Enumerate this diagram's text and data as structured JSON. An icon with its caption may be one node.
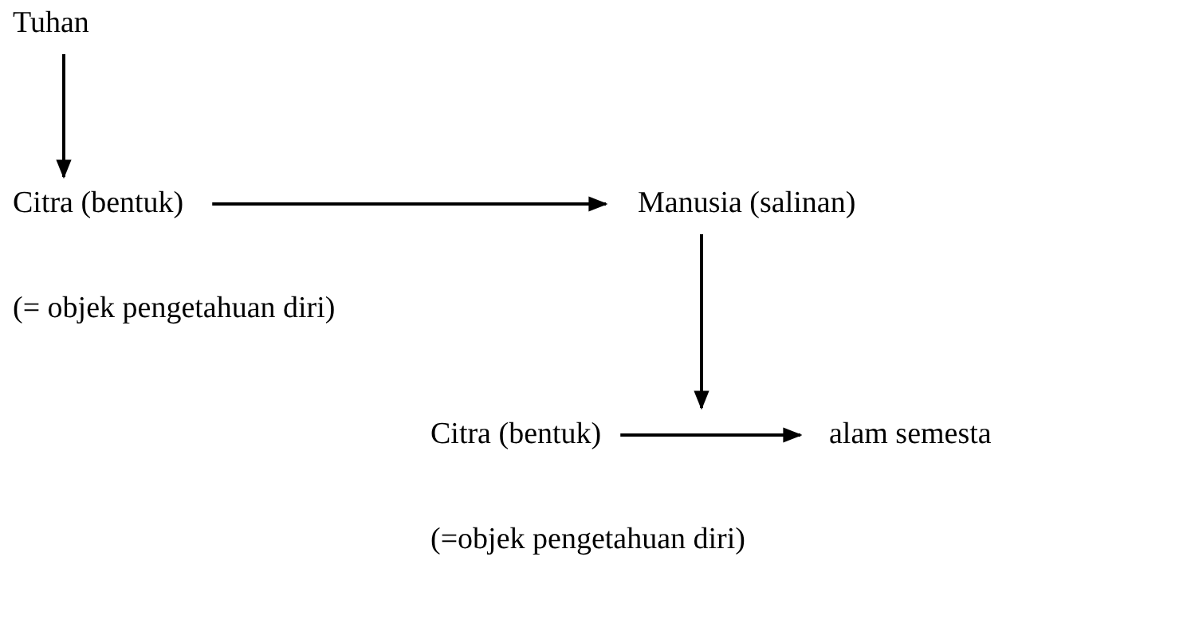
{
  "diagram": {
    "nodes": [
      {
        "text": [
          "Tuhan"
        ]
      },
      {
        "text": [
          "Citra (bentuk)"
        ],
        "beside": [
          "(= objek pengetahuan diri)"
        ]
      },
      {
        "text": [
          "Manusia (salinan)"
        ]
      },
      {
        "text": [
          "Citra (bentuk)"
        ],
        "beside": [
          "(=objek pengetahuan diri)"
        ]
      },
      {
        "text": [
          "alam semesta"
        ]
      }
    ],
    "edges": [
      {
        "from": 0,
        "to": 1,
        "arrow": "to"
      },
      {
        "from": 1,
        "to": 2,
        "arrow": "to"
      },
      {
        "from": 2,
        "to": 3,
        "arrow": "to"
      },
      {
        "from": 3,
        "to": 4,
        "arrow": "to"
      }
    ]
  }
}
